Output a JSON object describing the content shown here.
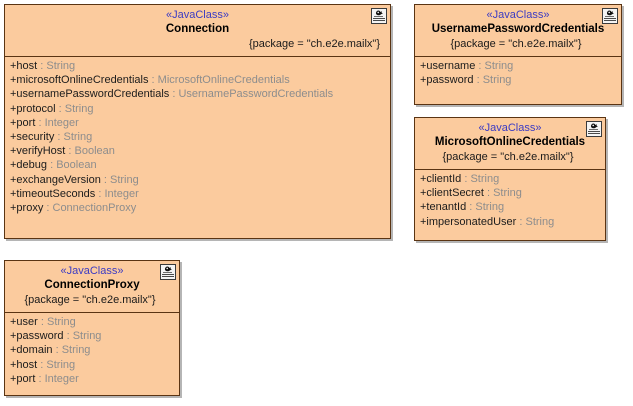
{
  "diagram": {
    "title": "UML Class Diagram",
    "background_color": "#ffffff",
    "class_fill_color": "#fbcb9e",
    "class_border_color": "#5a3413",
    "stereotype_color": "#3b3bc4",
    "icon_name": "java-class-icon"
  },
  "classes": [
    {
      "id": "connection",
      "stereotype": "«JavaClass»",
      "name": "Connection",
      "package": "{package = \"ch.e2e.mailx\"}",
      "attributes": [
        {
          "name": "+host",
          "sep": " : ",
          "type": "String"
        },
        {
          "name": "+microsoftOnlineCredentials",
          "sep": " : ",
          "type": "MicrosoftOnlineCredentials"
        },
        {
          "name": "+usernamePasswordCredentials",
          "sep": " : ",
          "type": "UsernamePasswordCredentials"
        },
        {
          "name": "+protocol",
          "sep": " : ",
          "type": "String"
        },
        {
          "name": "+port",
          "sep": " : ",
          "type": "Integer"
        },
        {
          "name": "+security",
          "sep": " : ",
          "type": "String"
        },
        {
          "name": "+verifyHost",
          "sep": " : ",
          "type": "Boolean"
        },
        {
          "name": "+debug",
          "sep": " : ",
          "type": "Boolean"
        },
        {
          "name": "+exchangeVersion",
          "sep": " : ",
          "type": "String"
        },
        {
          "name": "+timeoutSeconds",
          "sep": " : ",
          "type": "Integer"
        },
        {
          "name": "+proxy",
          "sep": " : ",
          "type": "ConnectionProxy"
        }
      ]
    },
    {
      "id": "username-password-credentials",
      "stereotype": "«JavaClass»",
      "name": "UsernamePasswordCredentials",
      "package": "{package = \"ch.e2e.mailx\"}",
      "attributes": [
        {
          "name": "+username",
          "sep": " : ",
          "type": "String"
        },
        {
          "name": "+password",
          "sep": " : ",
          "type": "String"
        }
      ]
    },
    {
      "id": "microsoft-online-credentials",
      "stereotype": "«JavaClass»",
      "name": "MicrosoftOnlineCredentials",
      "package": "{package = \"ch.e2e.mailx\"}",
      "attributes": [
        {
          "name": "+clientId",
          "sep": " : ",
          "type": "String"
        },
        {
          "name": "+clientSecret",
          "sep": " : ",
          "type": "String"
        },
        {
          "name": "+tenantId",
          "sep": " : ",
          "type": "String"
        },
        {
          "name": "+impersonatedUser",
          "sep": " : ",
          "type": "String"
        }
      ]
    },
    {
      "id": "connection-proxy",
      "stereotype": "«JavaClass»",
      "name": "ConnectionProxy",
      "package": "{package = \"ch.e2e.mailx\"}",
      "attributes": [
        {
          "name": "+user",
          "sep": " : ",
          "type": "String"
        },
        {
          "name": "+password",
          "sep": " : ",
          "type": "String"
        },
        {
          "name": "+domain",
          "sep": " : ",
          "type": "String"
        },
        {
          "name": "+host",
          "sep": " : ",
          "type": "String"
        },
        {
          "name": "+port",
          "sep": " : ",
          "type": "Integer"
        }
      ]
    }
  ]
}
